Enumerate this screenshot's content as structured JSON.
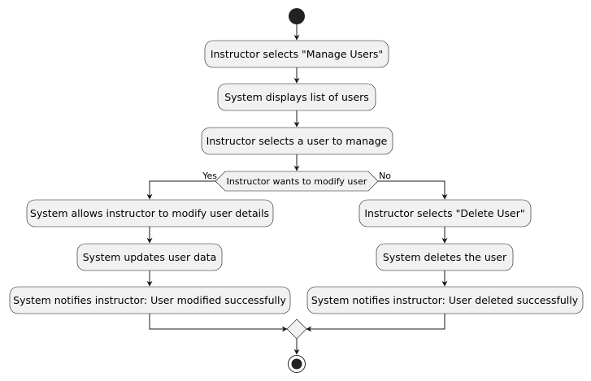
{
  "diagram": {
    "nodes": {
      "manage_users": "Instructor selects \"Manage Users\"",
      "display_list": "System displays list of users",
      "select_user": "Instructor selects a user to manage",
      "allow_modify": "System allows instructor to modify user details",
      "update_data": "System updates user data",
      "notify_modified": "System notifies instructor: User modified successfully",
      "select_delete": "Instructor selects \"Delete User\"",
      "delete_user": "System deletes the user",
      "notify_deleted": "System notifies instructor: User deleted successfully"
    },
    "decision": {
      "condition": "Instructor wants to modify user",
      "yes_label": "Yes",
      "no_label": "No"
    },
    "colors": {
      "node_fill": "#f1f1f1",
      "stroke": "#181818",
      "start_end": "#222222"
    }
  }
}
